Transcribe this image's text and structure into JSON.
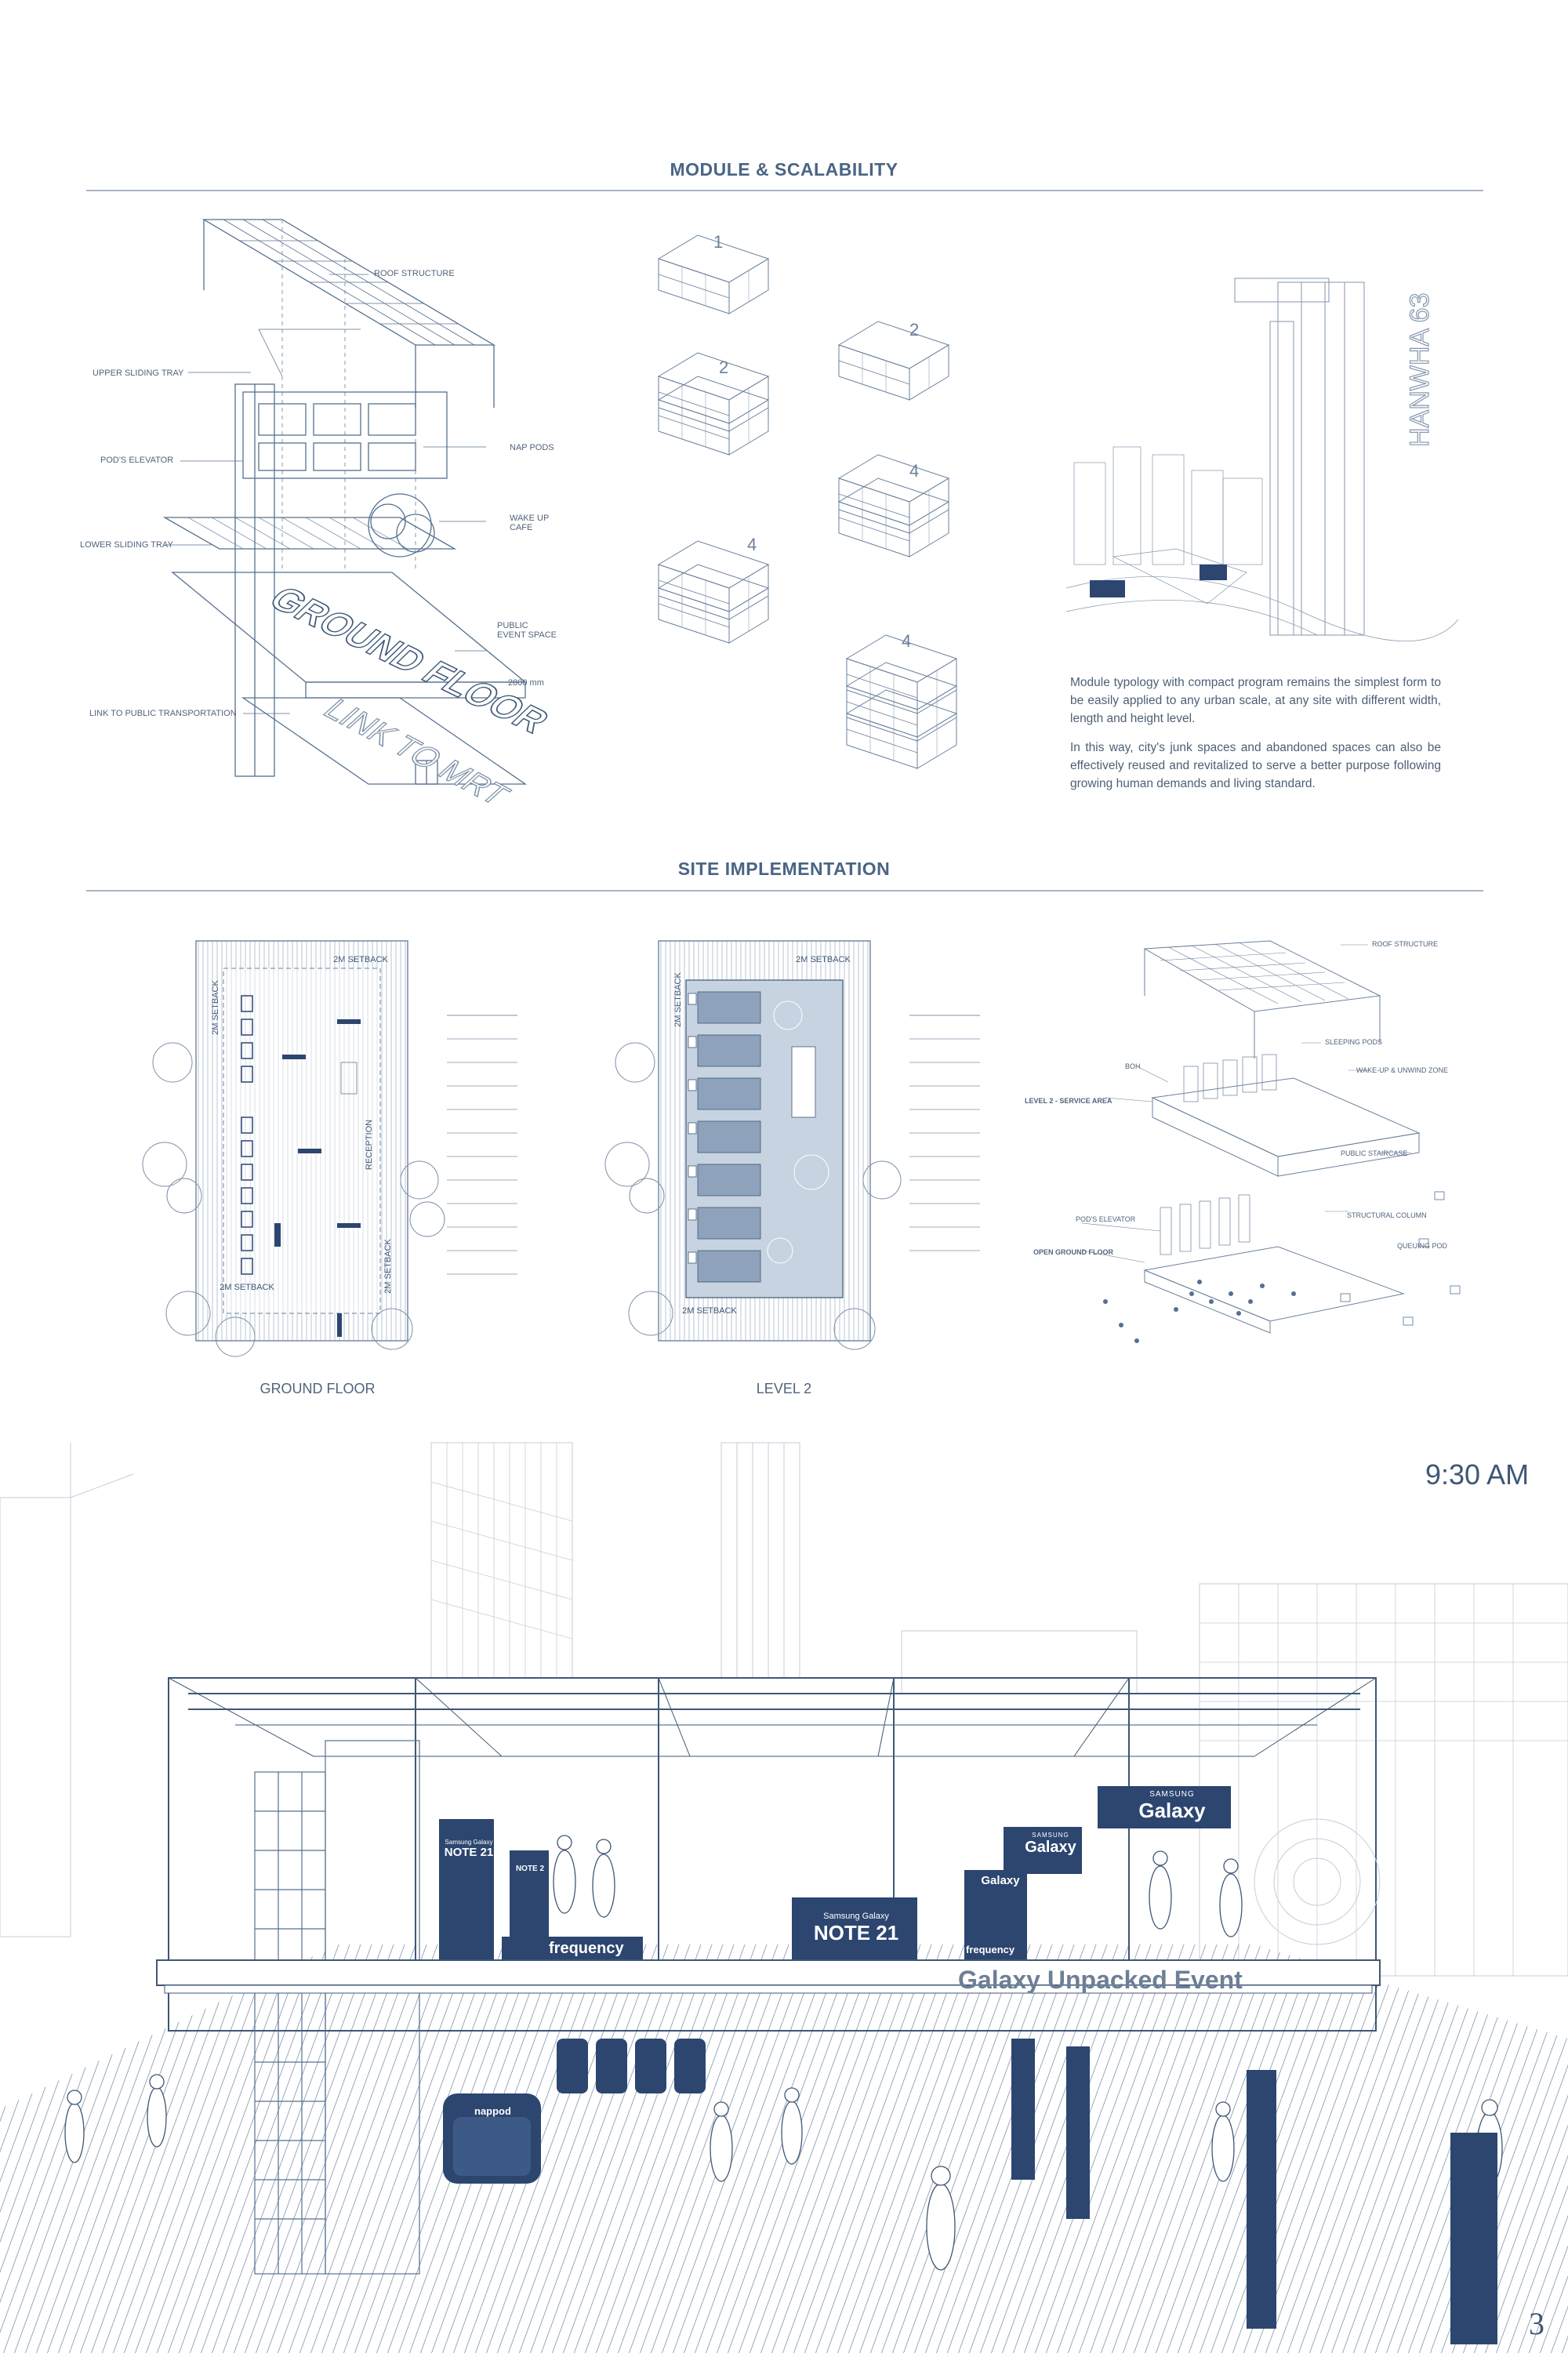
{
  "sections": {
    "module_title": "MODULE & SCALABILITY",
    "site_title": "SITE IMPLEMENTATION"
  },
  "exploded_labels": {
    "roof_structure": "ROOF STRUCTURE",
    "upper_sliding_tray": "UPPER SLIDING TRAY",
    "nap_pods": "NAP PODS",
    "pods_elevator": "POD'S ELEVATOR",
    "wake_up_cafe": "WAKE UP\nCAFE",
    "lower_sliding_tray": "LOWER SLIDING TRAY",
    "public_event_space": "PUBLIC\nEVENT SPACE",
    "dimension": "2800 mm",
    "link_to_public_transportation": "LINK TO PUBLIC TRANSPORTATION",
    "ground_floor_text": "GROUND FLOOR",
    "link_to_mrt_text": "LINK TO MRT"
  },
  "modules": [
    "1",
    "2",
    "2",
    "4",
    "4",
    "4"
  ],
  "tower_text": "HANWHA 63",
  "description": {
    "p1": "Module typology with compact program remains the simplest form to be easily applied to any urban scale, at any site with different width, length and height level.",
    "p2": "In this way, city's junk spaces and abandoned spaces can also be effectively reused and revitalized to serve a better purpose following growing human demands and living standard."
  },
  "plans": {
    "ground_caption": "GROUND FLOOR",
    "level2_caption": "LEVEL 2",
    "setback": "2M SETBACK",
    "reception": "RECEPTION"
  },
  "axo_labels": {
    "roof_structure": "ROOF STRUCTURE",
    "sleeping_pods": "SLEEPING PODS",
    "boh": "BOH",
    "wake_up_unwind": "WAKE-UP & UNWIND ZONE",
    "level2_service": "LEVEL 2 - SERVICE AREA",
    "public_staircase": "PUBLIC STAIRCASE",
    "structural_column": "STRUCTURAL COLUMN",
    "pods_elevator": "POD'S ELEVATOR",
    "queuing_pod": "QUEUING POD",
    "open_ground_floor": "OPEN GROUND FLOOR"
  },
  "scene": {
    "time": "9:30 AM",
    "event_banner": "Galaxy  Unpacked Event",
    "samsung": "SAMSUNG",
    "galaxy": "Galaxy",
    "note_small": "Samsung Galaxy",
    "note21": "NOTE 21",
    "note2": "NOTE 2",
    "frequency": "frequency",
    "nappod": "nappod"
  },
  "page_number": "3",
  "colors": {
    "line": "#3e5775",
    "navy": "#2c4670",
    "light": "#b9c6d6"
  }
}
